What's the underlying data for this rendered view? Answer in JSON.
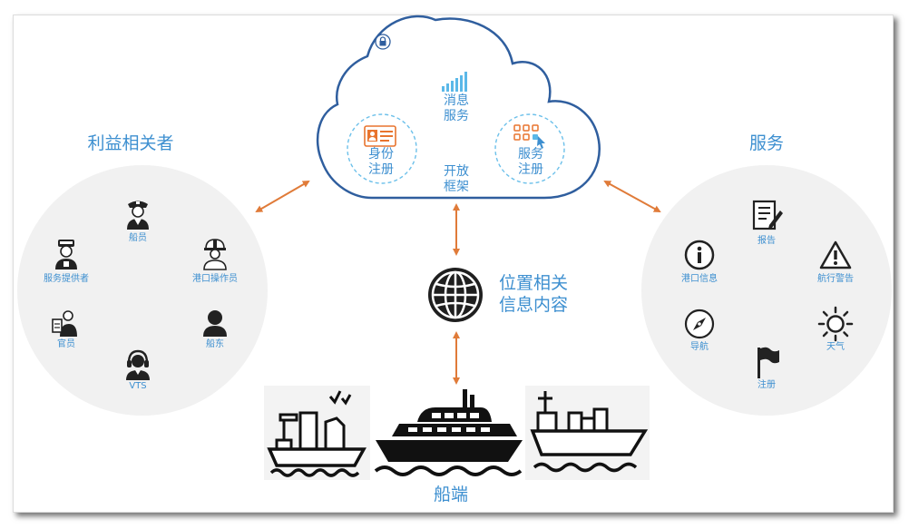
{
  "stakeholders": {
    "title": "利益相关者",
    "roles": {
      "crew": "船员",
      "service_provider": "服务提供者",
      "port_operator": "港口操作员",
      "official": "官员",
      "shipowner": "船东",
      "vts": "VTS"
    }
  },
  "cloud": {
    "messaging": [
      "消息",
      "服务"
    ],
    "identity": [
      "身份",
      "注册"
    ],
    "service_registry": [
      "服务",
      "注册"
    ],
    "open_framework": [
      "开放",
      "框架"
    ]
  },
  "location": {
    "label": [
      "位置相关",
      "信息内容"
    ]
  },
  "services": {
    "title": "服务",
    "items": {
      "report": "报告",
      "port_info": "港口信息",
      "nav_warning": "航行警告",
      "navigation": "导航",
      "weather": "天气",
      "registration": "注册"
    }
  },
  "ships": {
    "title": "船端"
  },
  "colors": {
    "accent_blue": "#3d8fd0",
    "cloud_border": "#2f5e9e",
    "arrow_orange": "#e07b39",
    "circle_gray": "#f1f1f1"
  }
}
